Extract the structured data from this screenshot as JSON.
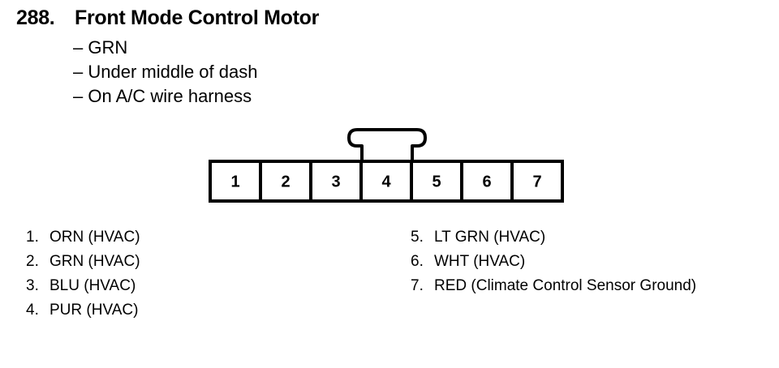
{
  "title": {
    "number": "288.",
    "text": "Front Mode Control Motor"
  },
  "details": [
    "GRN",
    "Under middle of dash",
    "On A/C wire harness"
  ],
  "connector": {
    "pins": [
      "1",
      "2",
      "3",
      "4",
      "5",
      "6",
      "7"
    ]
  },
  "legend_left": [
    {
      "num": "1.",
      "desc": "ORN (HVAC)"
    },
    {
      "num": "2.",
      "desc": "GRN (HVAC)"
    },
    {
      "num": "3.",
      "desc": "BLU (HVAC)"
    },
    {
      "num": "4.",
      "desc": "PUR (HVAC)"
    }
  ],
  "legend_right": [
    {
      "num": "5.",
      "desc": "LT GRN (HVAC)"
    },
    {
      "num": "6.",
      "desc": "WHT (HVAC)"
    },
    {
      "num": "7.",
      "desc": "RED (Climate Control Sensor Ground)"
    }
  ]
}
